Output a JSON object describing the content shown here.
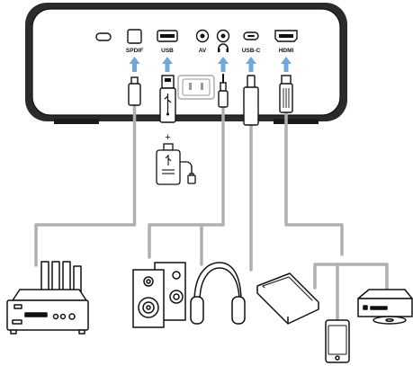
{
  "diagram": {
    "ports": {
      "spdif": "SPDIF",
      "usb": "USB",
      "av": "AV",
      "usbc": "USB-C",
      "hdmi": "HDMI"
    },
    "connector_joiner": "+",
    "colors": {
      "arrow": "#6fa8dc",
      "cable": "#b0b0b0",
      "line": "#111111",
      "device_fill": "#ffffff"
    },
    "icons": [
      "projector-rear-panel",
      "power-button-icon",
      "ac-power-socket-icon",
      "optical-plug-icon",
      "usb-plug-icon",
      "usb-flash-drive-icon",
      "audio-jack-plug-icon",
      "usb-c-plug-icon",
      "hdmi-plug-icon",
      "amplifier-icon",
      "speakers-icon",
      "headphones-icon",
      "laptop-icon",
      "smartphone-icon",
      "dvd-player-icon"
    ]
  }
}
